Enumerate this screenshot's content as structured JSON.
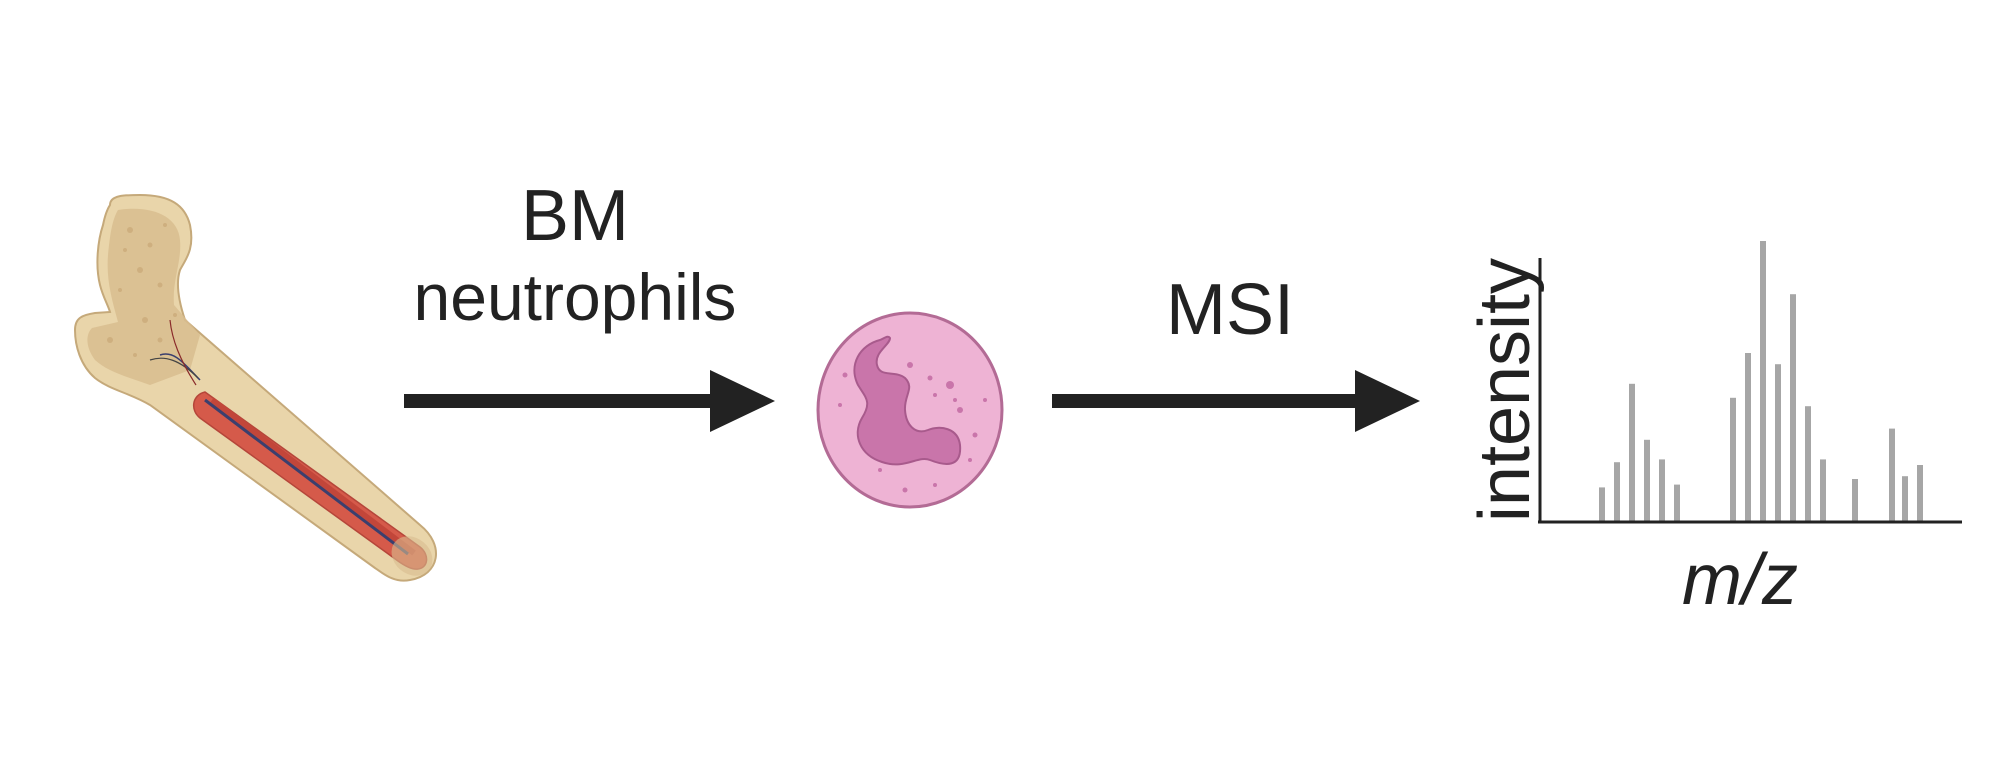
{
  "step_labels": {
    "isolation_line1": "BM",
    "isolation_line2": "neutrophils",
    "analysis": "MSI"
  },
  "spectrum": {
    "ylabel": "intensity",
    "xlabel": "m/z",
    "bar_color": "#a6a6a6",
    "relative_intensities": [
      0.12,
      0.21,
      0.49,
      0.29,
      0.22,
      0.13,
      0.44,
      0.6,
      1.0,
      0.56,
      0.81,
      0.41,
      0.22,
      0.15,
      0.33,
      0.16,
      0.2
    ]
  },
  "colors": {
    "arrow": "#222222",
    "bone": "#d8bd8f",
    "marrow": "#d55a4a",
    "neutrophil_cytoplasm": "#eeb3d4",
    "neutrophil_nucleus": "#c975aa"
  }
}
